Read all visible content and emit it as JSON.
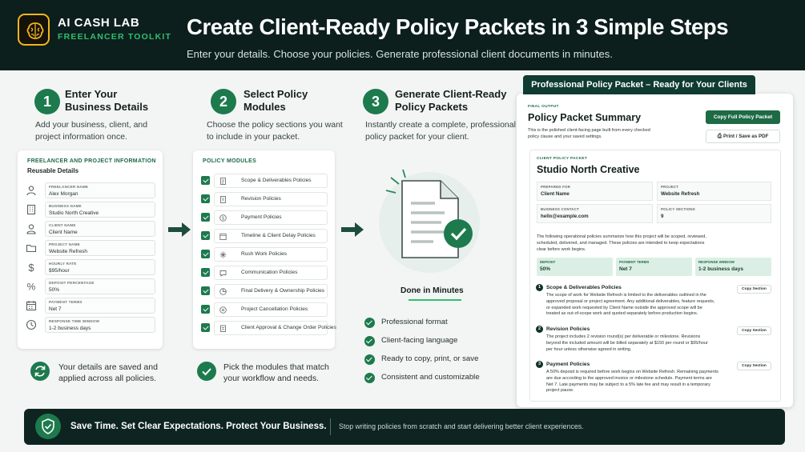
{
  "brand": {
    "name": "AI CASH LAB",
    "tagline": "FREELANCER TOOLKIT",
    "icon": "brain-icon"
  },
  "header": {
    "title": "Create Client-Ready Policy Packets in 3 Simple Steps",
    "subtitle": "Enter your details. Choose your policies. Generate professional client documents in minutes."
  },
  "steps": [
    {
      "number": "1",
      "title_line1": "Enter Your",
      "title_line2": "Business Details",
      "desc_line1": "Add your business, client, and",
      "desc_line2": "project information once."
    },
    {
      "number": "2",
      "title_line1": "Select Policy",
      "title_line2": "Modules",
      "desc_line1": "Choose the policy sections you want",
      "desc_line2": "to include in your packet."
    },
    {
      "number": "3",
      "title_line1": "Generate Client-Ready",
      "title_line2": "Policy Packets",
      "desc_line1": "Instantly create a complete, professional",
      "desc_line2": "policy packet for your client."
    }
  ],
  "info_card": {
    "title": "FREELANCER AND PROJECT INFORMATION",
    "subtitle": "Reusable Details",
    "fields": [
      {
        "label": "FREELANCER NAME",
        "value": "Alex Morgan",
        "icon": "person-icon"
      },
      {
        "label": "BUSINESS NAME",
        "value": "Studio North Creative",
        "icon": "building-icon"
      },
      {
        "label": "CLIENT NAME",
        "value": "Client Name",
        "icon": "client-icon"
      },
      {
        "label": "PROJECT NAME",
        "value": "Website Refresh",
        "icon": "folder-icon"
      },
      {
        "label": "HOURLY RATE",
        "value": "$95/hour",
        "icon": "dollar-icon"
      },
      {
        "label": "DEPOSIT PERCENTAGE",
        "value": "50%",
        "icon": "percent-icon"
      },
      {
        "label": "PAYMENT TERMS",
        "value": "Net 7",
        "icon": "calendar-icon"
      },
      {
        "label": "RESPONSE TIME WINDOW",
        "value": "1-2 business days",
        "icon": "clock-icon"
      }
    ],
    "footer_line1": "Your details are saved and",
    "footer_line2": "applied across all policies."
  },
  "modules_card": {
    "title": "POLICY MODULES",
    "items": [
      {
        "label": "Scope & Deliverables Policies",
        "checked": true
      },
      {
        "label": "Revision Policies",
        "checked": true
      },
      {
        "label": "Payment Policies",
        "checked": true
      },
      {
        "label": "Timeline & Client Delay Policies",
        "checked": true
      },
      {
        "label": "Rush Work Policies",
        "checked": true
      },
      {
        "label": "Communication Policies",
        "checked": true
      },
      {
        "label": "Final Delivery & Ownership Policies",
        "checked": true
      },
      {
        "label": "Project Cancellation Policies",
        "checked": true
      },
      {
        "label": "Client Approval & Change Order Policies",
        "checked": true
      }
    ],
    "footer_line1": "Pick the modules that match",
    "footer_line2": "your workflow and needs."
  },
  "generate": {
    "done_label": "Done in Minutes",
    "features": [
      "Professional format",
      "Client-facing language",
      "Ready to copy, print, or save",
      "Consistent and customizable"
    ]
  },
  "packet": {
    "tab_label": "Professional Policy Packet – Ready for Your Clients",
    "final_output_label": "FINAL OUTPUT",
    "summary_title": "Policy Packet Summary",
    "summary_desc_line1": "This is the polished client-facing page built from every checked",
    "summary_desc_line2": "policy clause and your saved settings.",
    "copy_full_label": "Copy Full Policy Packet",
    "print_label": "Print / Save as PDF",
    "client_packet_label": "CLIENT POLICY PACKET",
    "business_name": "Studio North Creative",
    "grid": [
      {
        "label": "PREPARED FOR",
        "value": "Client Name"
      },
      {
        "label": "PROJECT",
        "value": "Website Refresh"
      },
      {
        "label": "BUSINESS CONTACT",
        "value": "hello@example.com"
      },
      {
        "label": "POLICY SECTIONS",
        "value": "9"
      }
    ],
    "intro_line1": "The following operational policies summarize how this project will be scoped, reviewed,",
    "intro_line2": "scheduled, delivered, and managed. These policies are intended to keep expectations",
    "intro_line3": "clear before work begins.",
    "terms": [
      {
        "label": "DEPOSIT",
        "value": "50%"
      },
      {
        "label": "PAYMENT TERMS",
        "value": "Net 7"
      },
      {
        "label": "RESPONSE WINDOW",
        "value": "1-2 business days"
      }
    ],
    "copy_section_label": "Copy Section",
    "policies": [
      {
        "number": "1",
        "title": "Scope & Deliverables Policies",
        "lines": [
          "The scope of work for Website Refresh is limited to the deliverables outlined in the",
          "approved proposal or project agreement. Any additional deliverables, feature requests,",
          "or expanded work requested by Client Name outside the approved scope will be",
          "treated as out-of-scope work and quoted separately before production begins."
        ]
      },
      {
        "number": "2",
        "title": "Revision Policies",
        "lines": [
          "The project includes 2 revision round(s) per deliverable or milestone. Revisions",
          "beyond the included amount will be billed separately at $150 per round or $95/hour",
          "per hour unless otherwise agreed in writing."
        ]
      },
      {
        "number": "3",
        "title": "Payment Policies",
        "lines": [
          "A 50% deposit is required before work begins on Website Refresh. Remaining payments",
          "are due according to the approved invoice or milestone schedule. Payment terms are",
          "Net 7. Late payments may be subject to a 5% late fee and may result in a temporary",
          "project pause."
        ]
      }
    ]
  },
  "bottom": {
    "headline": "Save Time. Set Clear Expectations. Protect Your Business.",
    "tagline": "Stop writing policies from scratch and start delivering better client experiences."
  },
  "colors": {
    "brand_green": "#1d7a4d",
    "dark_header": "#0c1f1c",
    "accent_gold": "#f2b51c",
    "packet_tab": "#0f3b31"
  }
}
